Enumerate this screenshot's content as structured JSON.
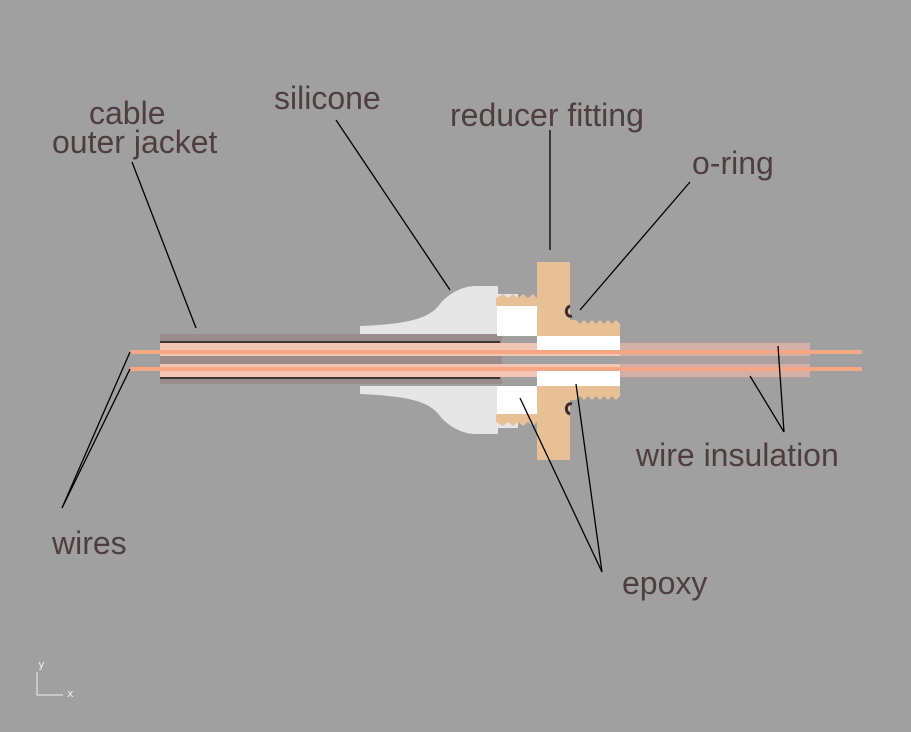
{
  "labels": {
    "cable": "cable",
    "outer_jacket": "outer jacket",
    "silicone": "silicone",
    "reducer_fitting": "reducer fitting",
    "o_ring": "o-ring",
    "wire_insulation": "wire insulation",
    "wires": "wires",
    "epoxy": "epoxy"
  },
  "axes": {
    "y": "y",
    "x": "x"
  },
  "colors": {
    "background": "#a0a0a0",
    "label_text": "#4e3f3f",
    "fitting": "#e8c096",
    "silicone": "#e6e6e6",
    "epoxy": "#ffffff",
    "jacket": "#9a8c8c",
    "wire_copper": "#f7a684",
    "wire_insulation": "#f3c6b4"
  }
}
